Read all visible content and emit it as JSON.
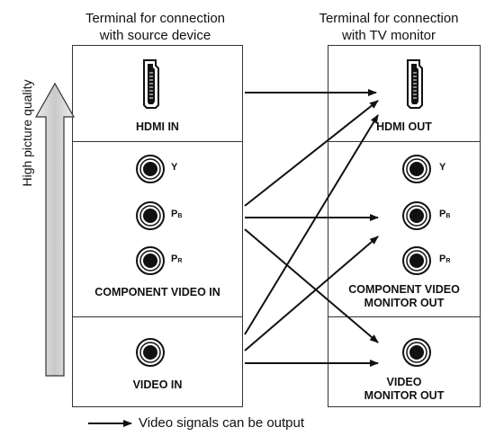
{
  "left_heading": {
    "line1": "Terminal for connection",
    "line2": "with source device"
  },
  "right_heading": {
    "line1": "Terminal for connection",
    "line2": "with TV monitor"
  },
  "quality_label": "High picture quality",
  "source_panel": {
    "hdmi_label": "HDMI IN",
    "component_label": "COMPONENT VIDEO IN",
    "video_label": "VIDEO IN",
    "jacks": [
      {
        "letter": "Y",
        "sub": ""
      },
      {
        "letter": "P",
        "sub": "B"
      },
      {
        "letter": "P",
        "sub": "R"
      }
    ]
  },
  "monitor_panel": {
    "hdmi_label": "HDMI OUT",
    "component_label": {
      "line1": "COMPONENT VIDEO",
      "line2": "MONITOR OUT"
    },
    "video_label": {
      "line1": "VIDEO",
      "line2": "MONITOR OUT"
    },
    "jacks": [
      {
        "letter": "Y",
        "sub": ""
      },
      {
        "letter": "P",
        "sub": "B"
      },
      {
        "letter": "P",
        "sub": "R"
      }
    ]
  },
  "legend": "Video signals can be output",
  "colors": {
    "line": "#111111",
    "panel_border": "#333333",
    "quality_arrow_fill": "#cfcfcf"
  }
}
